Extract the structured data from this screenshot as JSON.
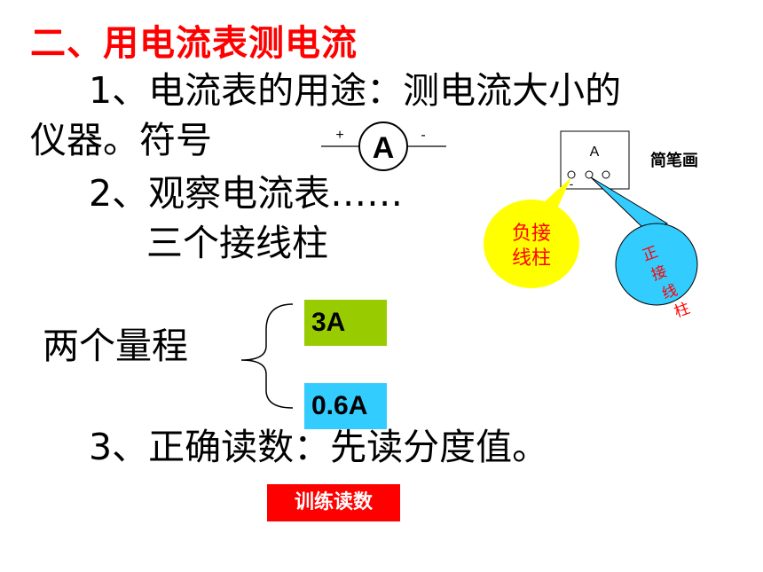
{
  "title": "二、用电流表测电流",
  "body": {
    "line1": "1、电流表的用途：测电流大小的",
    "line2": "仪器。符号",
    "line3": "2、观察电流表……",
    "line4": "三个接线柱",
    "line5": "两个量程",
    "line6": "3、正确读数：先读分度值。"
  },
  "symbol": {
    "plus": "+",
    "letter": "A",
    "minus": "-"
  },
  "sketch": {
    "label": "简笔画",
    "meter_letter": "A",
    "minus_mark": "-",
    "negative_callout": [
      "负接",
      "线柱"
    ],
    "positive_callout": [
      "正",
      "接",
      "线",
      "柱"
    ]
  },
  "ranges": {
    "big": "3A",
    "small": "0.6A"
  },
  "button": {
    "train": "训练读数"
  },
  "colors": {
    "title": "#ff0000",
    "range_big": "#99cc00",
    "range_small": "#33ccff",
    "negative_callout": "#ffff00",
    "positive_callout": "#33ccff",
    "button": "#ff0000"
  }
}
